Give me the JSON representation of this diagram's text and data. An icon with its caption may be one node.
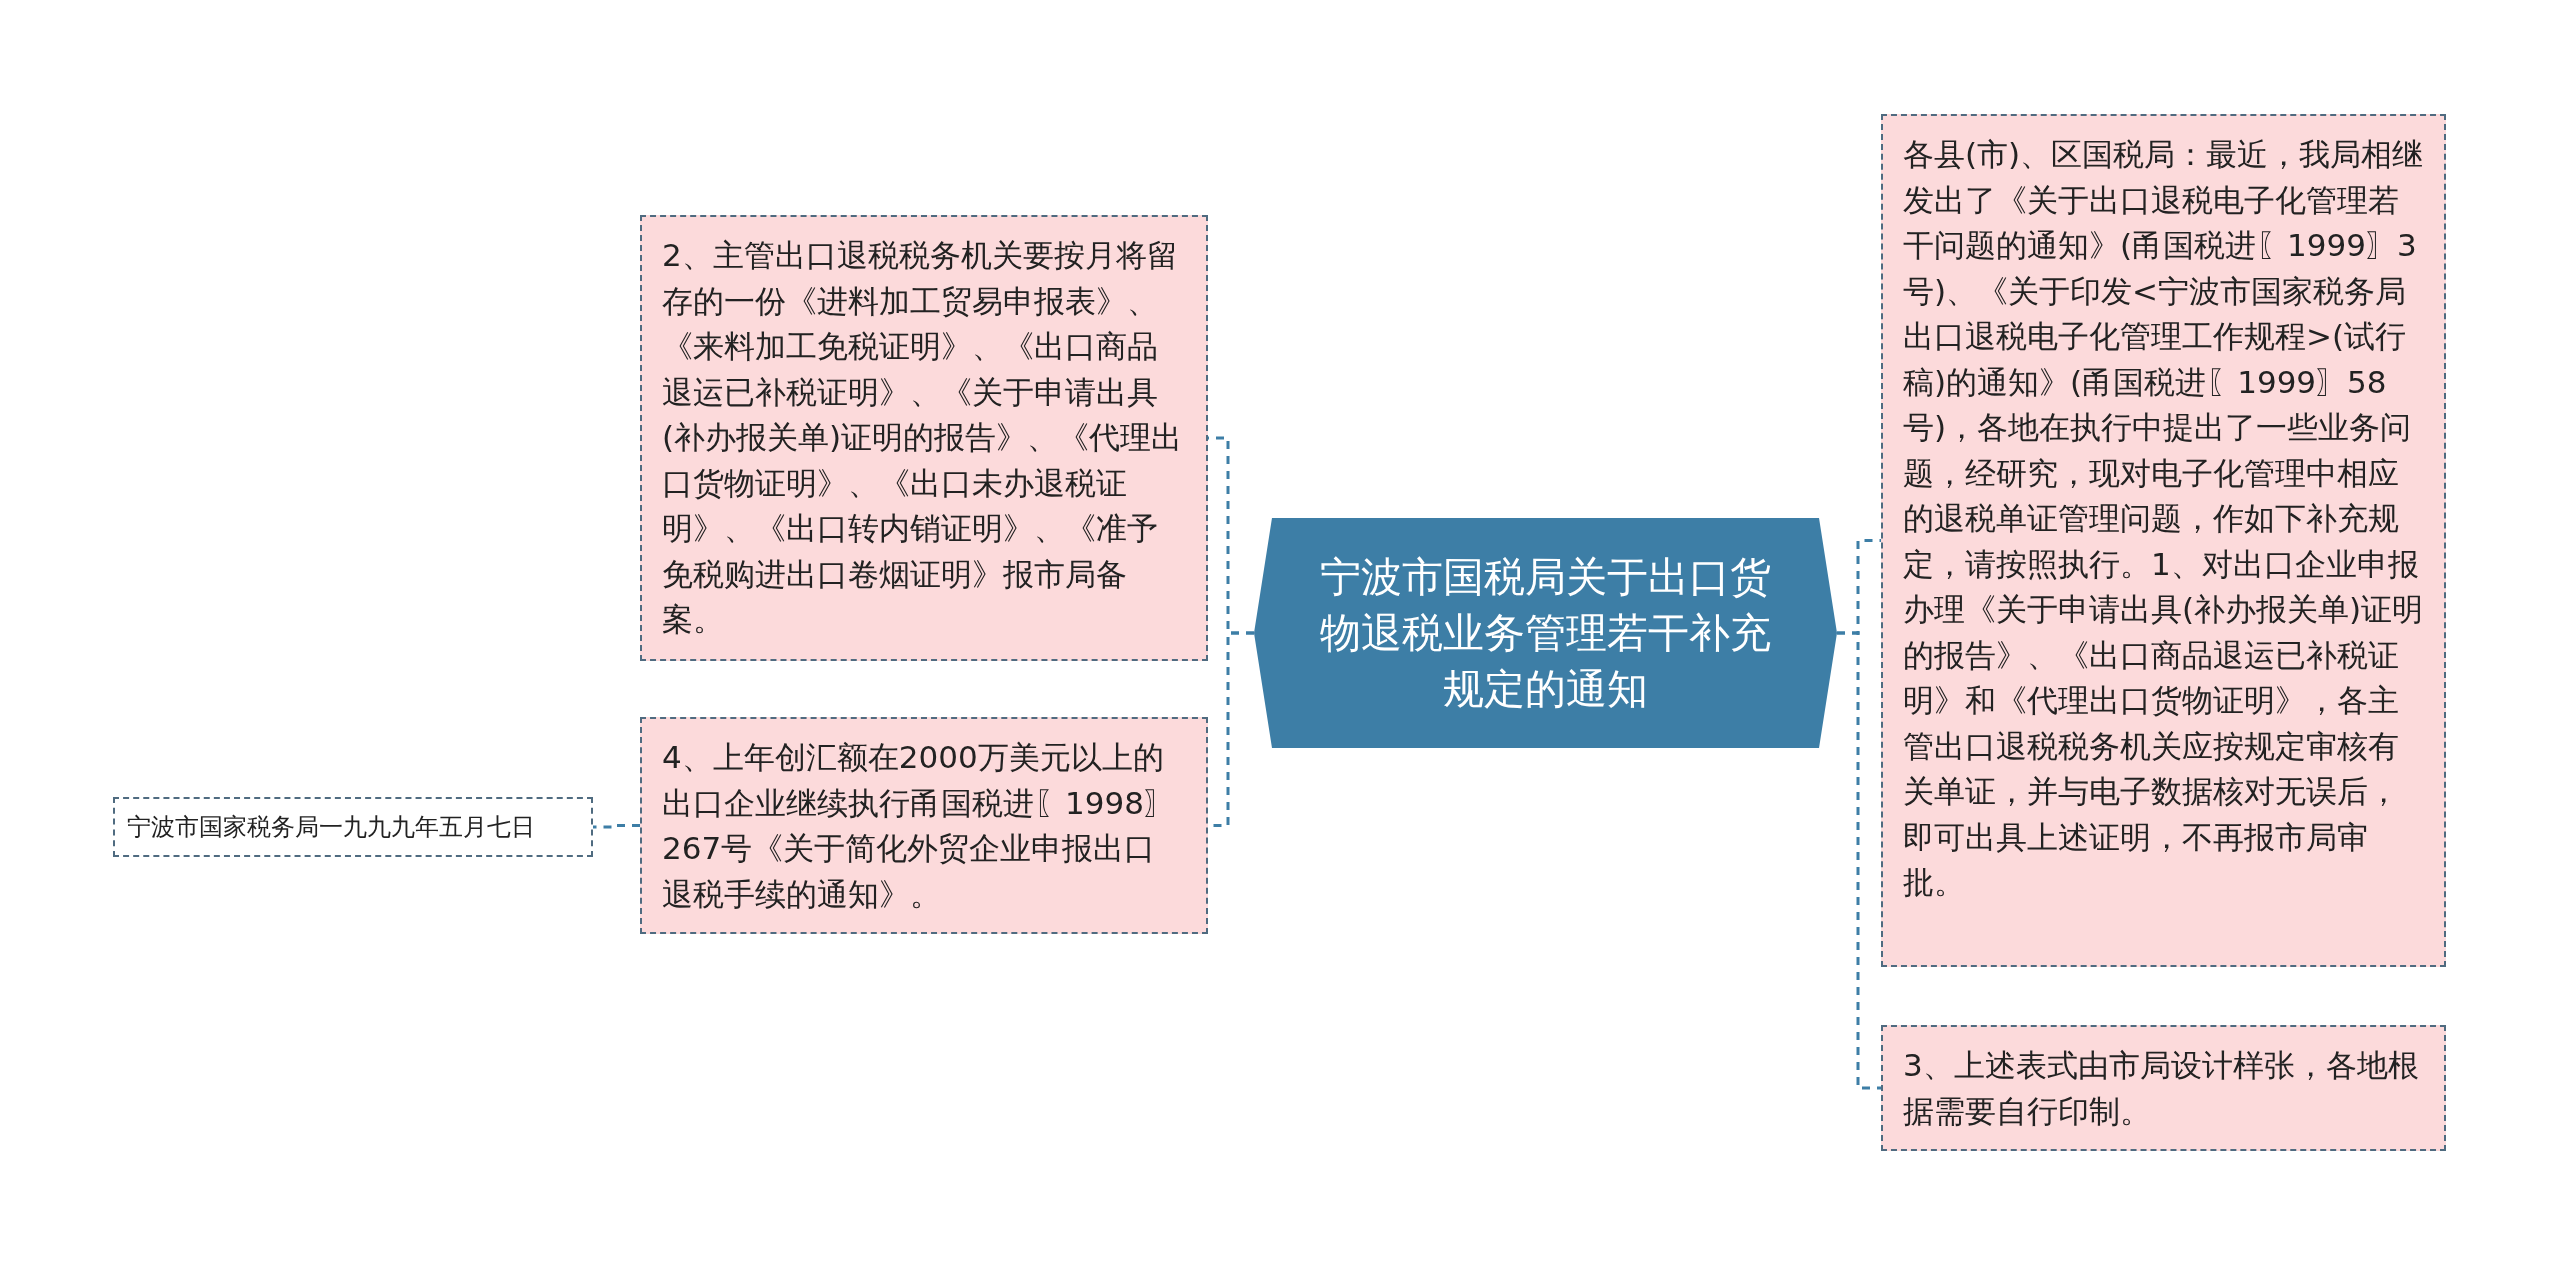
{
  "diagram": {
    "nodes": [
      {
        "text": [
          "宁波市国税局关于出口货物退税业务管理若干补充规定的通知"
        ]
      },
      {
        "text": [
          "2、主管出口退税税务机关要按月将留存的一份《进料加工贸易申报表》、《来料加工免税证明》、《出口商品退运已补税证明》、《关于申请出具(补办报关单)证明的报告》、《代理出口货物证明》、《出口未办退税证明》、《出口转内销证明》、《准予免税购进出口卷烟证明》报市局备案。"
        ]
      },
      {
        "text": [
          "4、上年创汇额在2000万美元以上的出口企业继续执行甬国税进〖1998〗267号《关于简化外贸企业申报出口退税手续的通知》。"
        ]
      },
      {
        "text": [
          "宁波市国家税务局一九九九年五月七日"
        ]
      },
      {
        "text": [
          "各县(市)、区国税局：最近，我局相继发出了《关于出口退税电子化管理若干问题的通知》(甬国税进〖1999〗3号)、《关于印发<宁波市国家税务局出口退税电子化管理工作规程>(试行稿)的通知》(甬国税进〖1999〗58号)，各地在执行中提出了一些业务问题，经研究，现对电子化管理中相应的退税单证管理问题，作如下补充规定，请按照执行。1、对出口企业申报办理《关于申请出具(补办报关单)证明的报告》、《出口商品退运已补税证明》和《代理出口货物证明》，各主管出口退税税务机关应按规定审核有关单证，并与电子数据核对无误后，即可出具上述证明，不再报市局审批。"
        ]
      },
      {
        "text": [
          "3、上述表式由市局设计样张，各地根据需要自行印制。"
        ]
      }
    ],
    "edges": [
      {
        "from": 0,
        "to": 1,
        "arrow": "none"
      },
      {
        "from": 0,
        "to": 2,
        "arrow": "none"
      },
      {
        "from": 2,
        "to": 3,
        "arrow": "none"
      },
      {
        "from": 0,
        "to": 4,
        "arrow": "none"
      },
      {
        "from": 0,
        "to": 5,
        "arrow": "none"
      }
    ]
  }
}
